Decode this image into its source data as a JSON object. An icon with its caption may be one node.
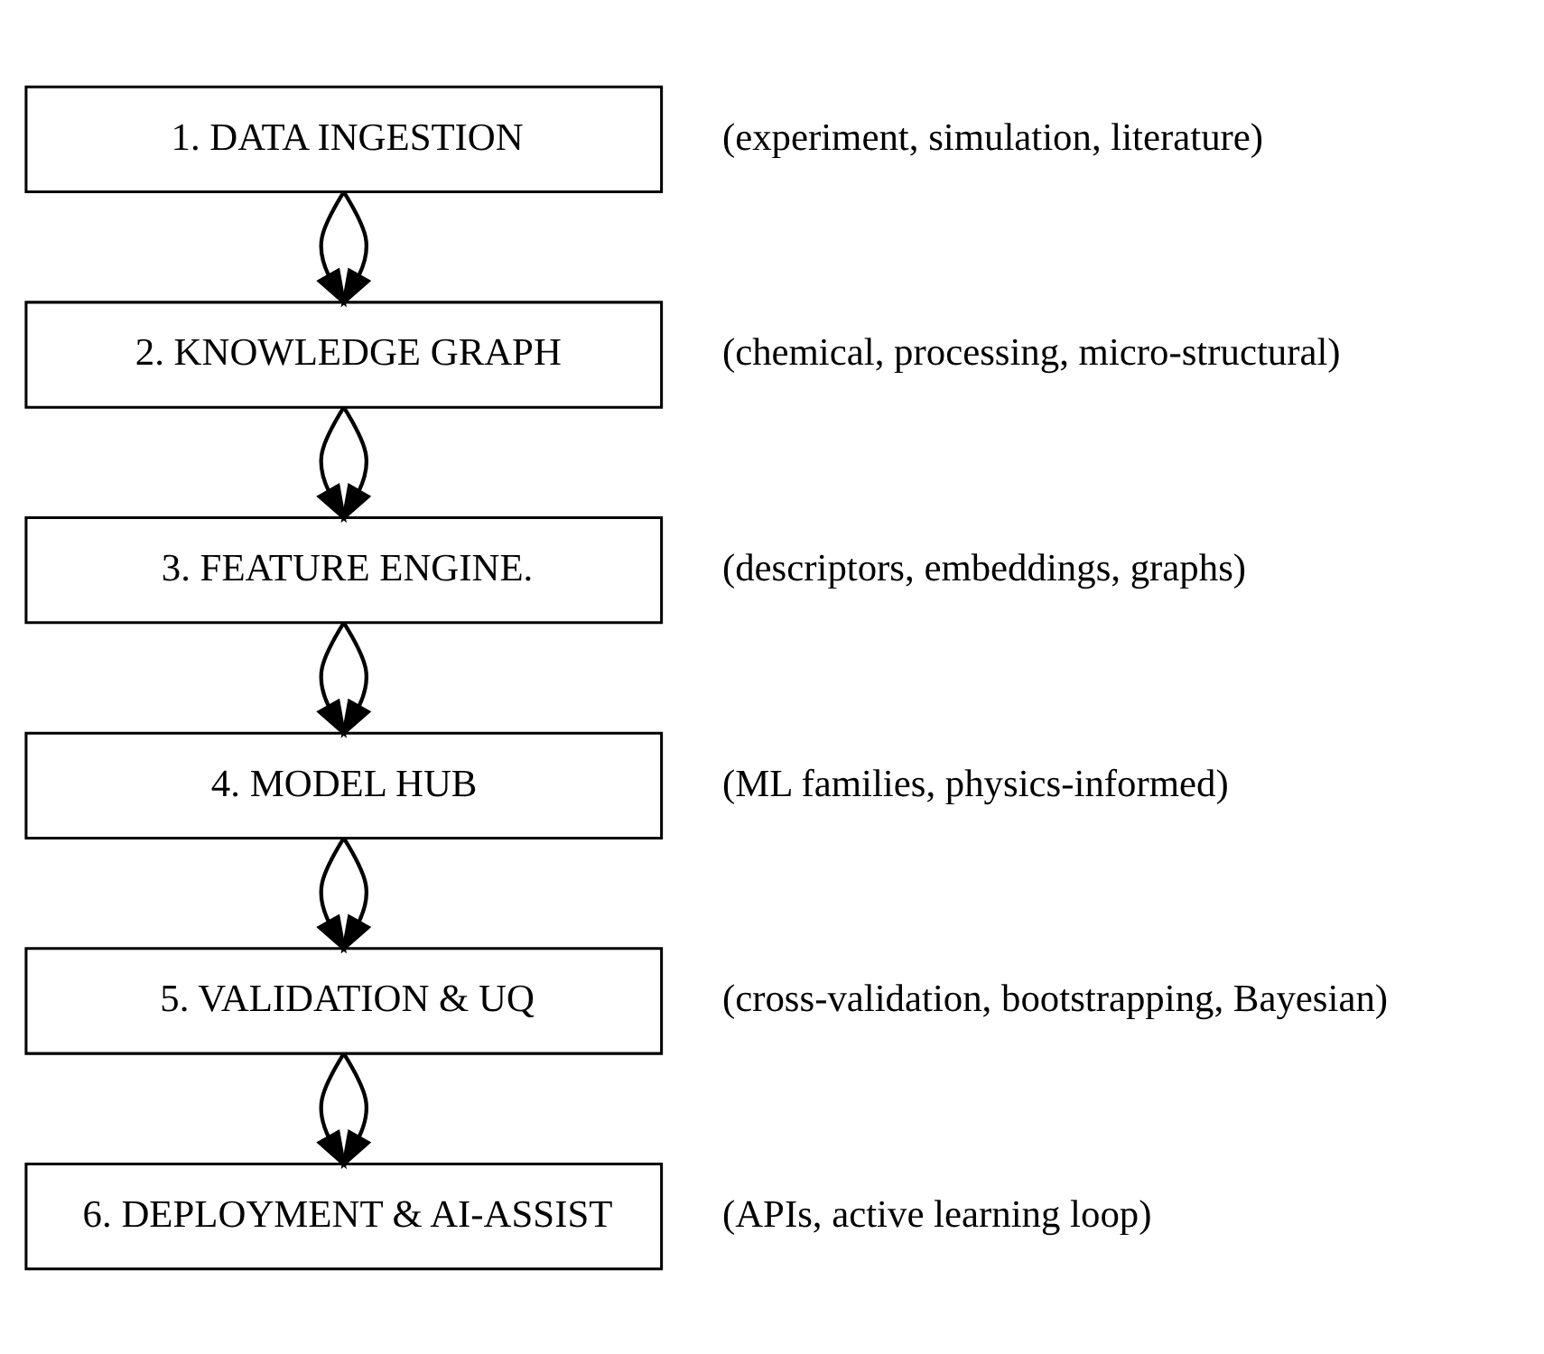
{
  "diagram": {
    "nodes": [
      {
        "text": [
          "1. DATA INGESTION"
        ],
        "beside": [
          "(experiment, simulation, literature)"
        ]
      },
      {
        "text": [
          "2. KNOWLEDGE GRAPH"
        ],
        "beside": [
          "(chemical, processing, micro-structural)"
        ]
      },
      {
        "text": [
          "3. FEATURE ENGINE."
        ],
        "beside": [
          "(descriptors, embeddings, graphs)"
        ]
      },
      {
        "text": [
          "4. MODEL HUB"
        ],
        "beside": [
          "(ML families, physics-informed)"
        ]
      },
      {
        "text": [
          "5. VALIDATION & UQ"
        ],
        "beside": [
          "(cross-validation, bootstrapping, Bayesian)"
        ]
      },
      {
        "text": [
          "6. DEPLOYMENT & AI-ASSIST"
        ],
        "beside": [
          "(APIs, active learning loop)"
        ]
      }
    ],
    "edges": [
      {
        "from": 0,
        "to": 1,
        "arrow": "to"
      },
      {
        "from": 0,
        "to": 1,
        "arrow": "to"
      },
      {
        "from": 1,
        "to": 2,
        "arrow": "to"
      },
      {
        "from": 1,
        "to": 2,
        "arrow": "to"
      },
      {
        "from": 2,
        "to": 3,
        "arrow": "to"
      },
      {
        "from": 2,
        "to": 3,
        "arrow": "to"
      },
      {
        "from": 3,
        "to": 4,
        "arrow": "to"
      },
      {
        "from": 3,
        "to": 4,
        "arrow": "to"
      },
      {
        "from": 4,
        "to": 5,
        "arrow": "to"
      },
      {
        "from": 4,
        "to": 5,
        "arrow": "to"
      }
    ]
  }
}
